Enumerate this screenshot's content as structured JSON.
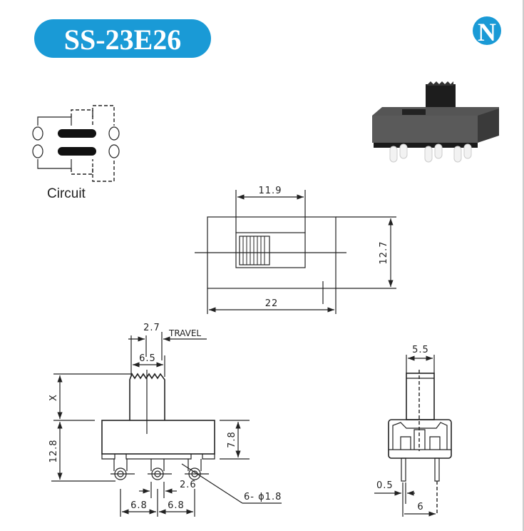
{
  "title": "SS-23E26",
  "brand_logo_letter": "N",
  "colors": {
    "accent": "#1a9ad6",
    "line": "#222222"
  },
  "circuit": {
    "label": "Circuit"
  },
  "top_view": {
    "slider_width": "11.9",
    "height": "12.7",
    "width": "22"
  },
  "front_view": {
    "travel_value": "2.7",
    "travel_label": "TRAVEL",
    "actuator_width": "6.5",
    "actuator_height": "X",
    "total_height": "12.8",
    "body_height": "7.8",
    "pin_width": "2.6",
    "pitch_left": "6.8",
    "pitch_right": "6.8",
    "holes": "6- ϕ1.8"
  },
  "side_view": {
    "actuator_width": "5.5",
    "pin_thickness": "0.5",
    "pin_spacing": "6"
  }
}
